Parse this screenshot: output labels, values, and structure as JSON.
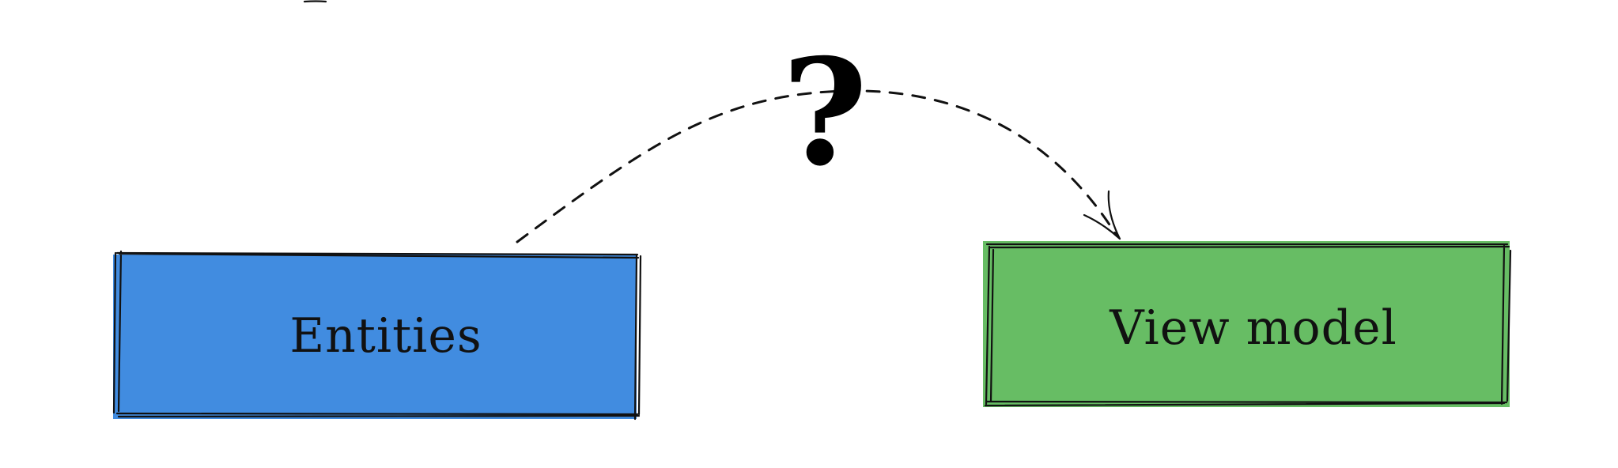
{
  "nodes": {
    "source": {
      "label": "Entities",
      "fill": "#418ce0"
    },
    "target": {
      "label": "View model",
      "fill": "#67bd64"
    }
  },
  "connector": {
    "label": "?",
    "style": "dashed",
    "arrowhead": "target"
  }
}
